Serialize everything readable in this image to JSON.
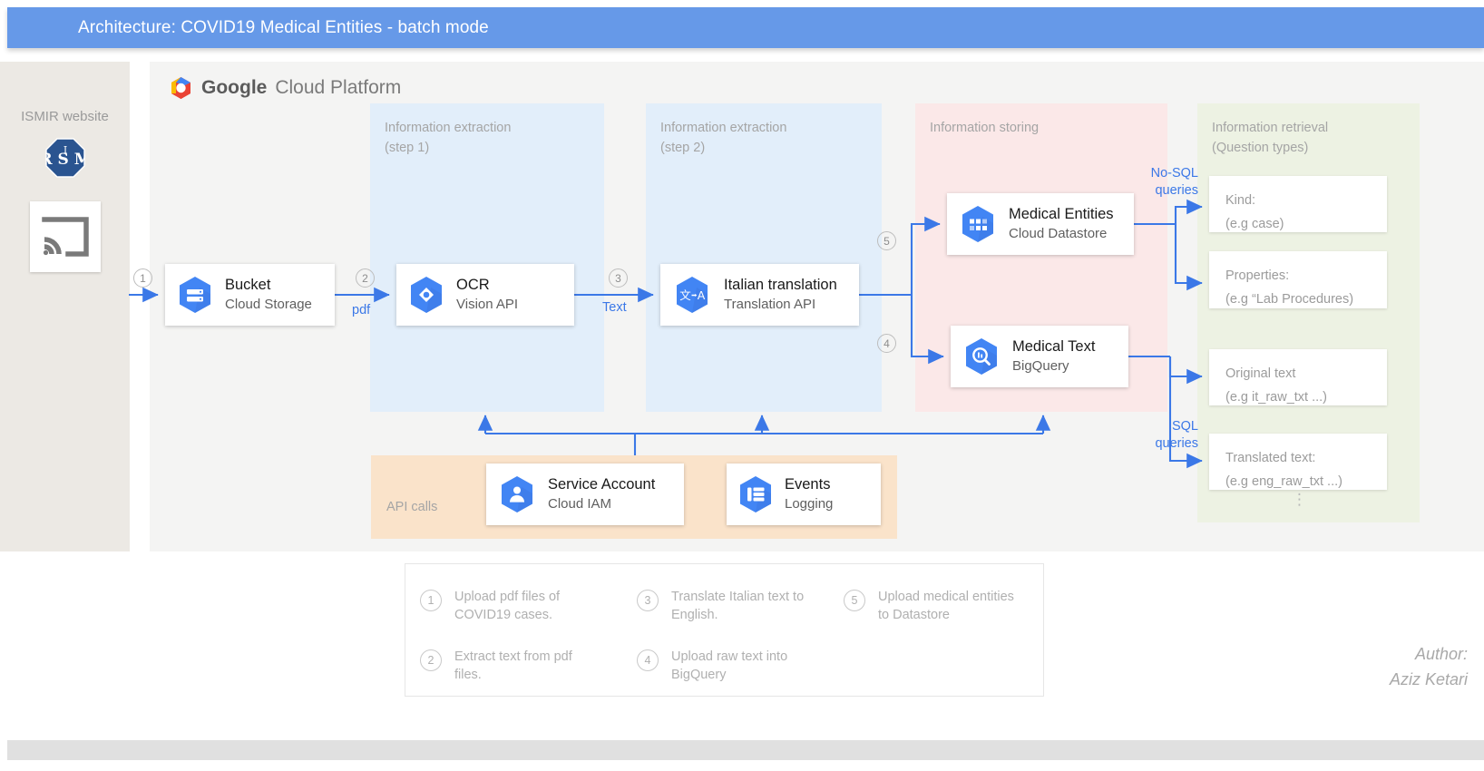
{
  "title": "Architecture: COVID19 Medical Entities - batch mode",
  "colors": {
    "title_bar": "#6699e8",
    "arrow": "#3b78e7",
    "zone_blue": "#e2eefa",
    "zone_pink": "#fbe8e8",
    "zone_green": "#edf2e3",
    "zone_orange": "#fae3ca",
    "panel_gray": "#f4f4f3",
    "source_panel": "#ece9e4",
    "gcp_hex_blue": "#4285f4"
  },
  "source": {
    "label": "ISMIR website",
    "logo_icon": "ismir-octagon-logo",
    "device_icon": "screencast-icon"
  },
  "gcp": {
    "logo_icon": "google-cloud-hexagon-icon",
    "brand_bold": "Google",
    "brand_light": "Cloud Platform"
  },
  "zones": {
    "step1": {
      "line1": "Information extraction",
      "line2": "(step 1)"
    },
    "step2": {
      "line1": "Information extraction",
      "line2": "(step 2)"
    },
    "storing": {
      "line1": "Information storing",
      "line2": ""
    },
    "retrieval": {
      "line1": "Information retrieval",
      "line2": "(Question  types)"
    },
    "api": {
      "label": "API calls"
    }
  },
  "cards": {
    "bucket": {
      "title": "Bucket",
      "subtitle": "Cloud Storage",
      "icon": "cloud-storage-icon"
    },
    "ocr": {
      "title": "OCR",
      "subtitle": "Vision API",
      "icon": "vision-api-icon"
    },
    "translate": {
      "title": "Italian translation",
      "subtitle": "Translation API",
      "icon": "translation-api-icon"
    },
    "entities": {
      "title": "Medical Entities",
      "subtitle": "Cloud Datastore",
      "icon": "cloud-datastore-icon"
    },
    "bigquery": {
      "title": "Medical Text",
      "subtitle": "BigQuery",
      "icon": "bigquery-icon"
    },
    "iam": {
      "title": "Service Account",
      "subtitle": "Cloud IAM",
      "icon": "cloud-iam-icon"
    },
    "events": {
      "title": "Events",
      "subtitle": "Logging",
      "icon": "logging-icon"
    }
  },
  "edge_labels": {
    "pdf": "pdf",
    "text": "Text",
    "nosql_l1": "No-SQL",
    "nosql_l2": "queries",
    "sql_l1": "SQL",
    "sql_l2": "queries"
  },
  "badges": {
    "b1": "1",
    "b2": "2",
    "b3": "3",
    "b4": "4",
    "b5": "5"
  },
  "retrieval_boxes": [
    {
      "line1": "Kind:",
      "line2": "(e.g case)"
    },
    {
      "line1": "Properties:",
      "line2": "(e.g “Lab Procedures)"
    },
    {
      "line1": "Original text",
      "line2": "(e.g it_raw_txt ...)"
    },
    {
      "line1": "Translated text:",
      "line2": "(e.g eng_raw_txt ...)"
    }
  ],
  "retrieval_ellipsis": "⋮",
  "legend": [
    {
      "num": "1",
      "text": "Upload pdf files of COVID19 cases."
    },
    {
      "num": "2",
      "text": "Extract text from pdf files."
    },
    {
      "num": "3",
      "text": "Translate Italian text to English."
    },
    {
      "num": "4",
      "text": "Upload raw text into BigQuery"
    },
    {
      "num": "5",
      "text": "Upload medical entities to Datastore"
    }
  ],
  "author": {
    "line1": "Author:",
    "line2": "Aziz Ketari"
  }
}
